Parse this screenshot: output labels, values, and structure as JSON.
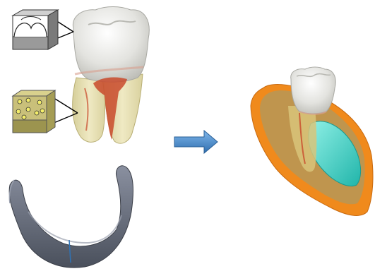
{
  "figure": {
    "panels": [
      {
        "id": "tooth",
        "semantic": "molar-tooth-3d-model-with-pulp"
      },
      {
        "id": "enamel-cube",
        "semantic": "enamel-microstructure-inset"
      },
      {
        "id": "dentin-cube",
        "semantic": "dentin-tubules-microstructure-inset"
      },
      {
        "id": "mandible",
        "semantic": "mandible-3d-model"
      },
      {
        "id": "result",
        "semantic": "tooth-embedded-in-bone-section-model"
      }
    ],
    "arrow": {
      "direction": "right",
      "semantic": "process-arrow"
    },
    "colors": {
      "enamel": "#e9e9e6",
      "dentin": "#e7e1b4",
      "pulp": "#c94a2c",
      "cube_enamel_top": "#ffffff",
      "cube_enamel_side": "#8f8f8f",
      "cube_dentin": "#c9c07a",
      "tubule_dot": "#f4ee6a",
      "mandible": "#6b7180",
      "arrow_blue": "#3f86c8",
      "bone_orange": "#f08a1c",
      "bone_inner": "#b99654",
      "marrow_cyan": "#3dd0c4"
    }
  }
}
